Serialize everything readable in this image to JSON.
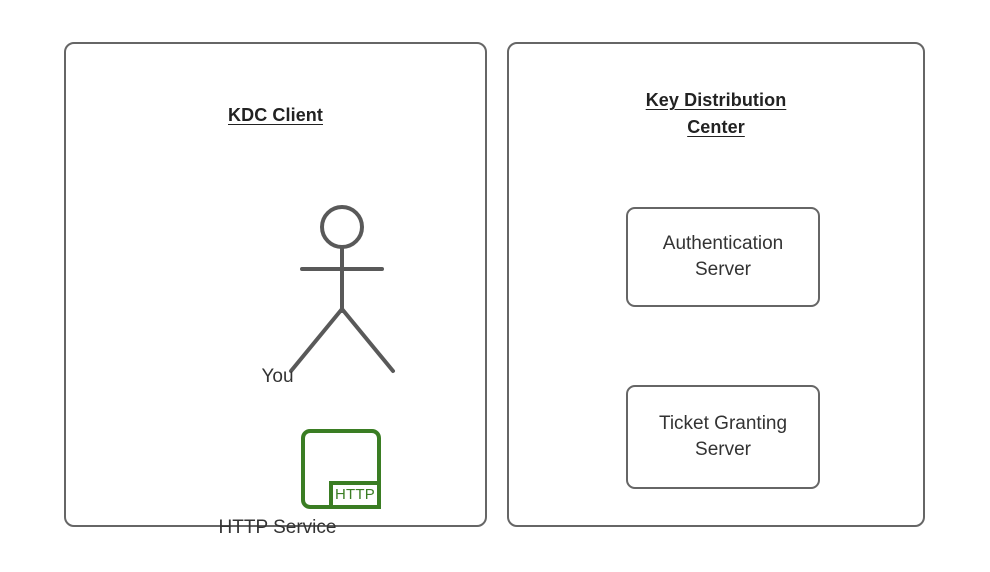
{
  "diagram": {
    "type": "kerberos-architecture-diagram",
    "background_color": "#ffffff",
    "stroke_color": "#666666",
    "text_color": "#333333",
    "accent_green": "#3a7d23"
  },
  "panels": {
    "client": {
      "title": "KDC Client",
      "actor": {
        "icon": "stick-figure-person-icon",
        "label": "You"
      },
      "service": {
        "icon": "http-service-icon",
        "badge_text": "HTTP",
        "label": "HTTP Service",
        "color": "#3a7d23"
      }
    },
    "kdc": {
      "title_line1": "Key Distribution",
      "title_line2": "Center",
      "servers": [
        {
          "line1": "Authentication",
          "line2": "Server"
        },
        {
          "line1": "Ticket Granting",
          "line2": "Server"
        }
      ]
    }
  }
}
